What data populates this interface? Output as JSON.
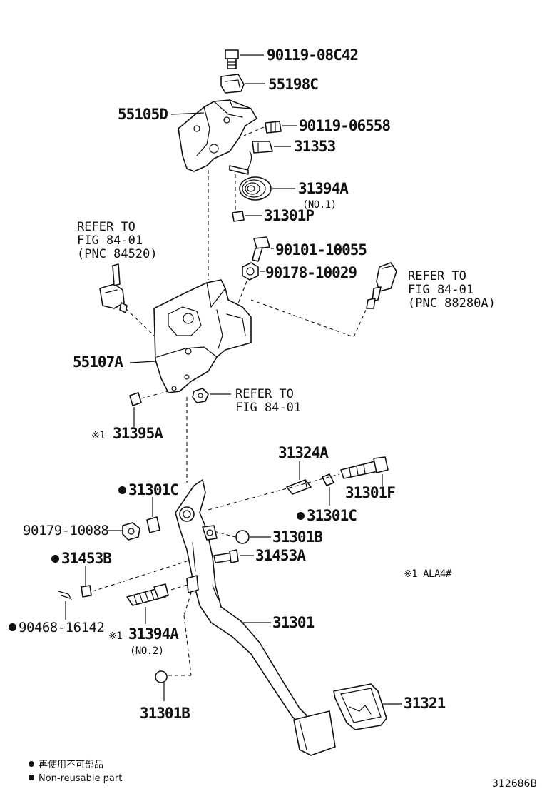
{
  "labels": {
    "p90119_08C42": "90119-08C42",
    "p55198C": "55198C",
    "p55105D": "55105D",
    "p90119_06558": "90119-06558",
    "p31353": "31353",
    "p31394A": "31394A",
    "p31394A_sub": "(NO.1)",
    "p31301P": "31301P",
    "p90101_10055": "90101-10055",
    "p90178_10029": "90178-10029",
    "p55107A": "55107A",
    "p31395A": "31395A",
    "p31324A": "31324A",
    "p31301F": "31301F",
    "p31301C_left": "31301C",
    "p31301C_right": "31301C",
    "p90179_10088": "90179-10088",
    "p31301B_upper": "31301B",
    "p31453B": "31453B",
    "p31453A": "31453A",
    "p90468_16142": "90468-16142",
    "p31394A_2": "31394A",
    "p31394A_2_sub": "(NO.2)",
    "p31301": "31301",
    "p31301B_lower": "31301B",
    "p31321": "31321"
  },
  "refs": {
    "ref_84520": "REFER TO\nFIG 84-01\n(PNC 84520)",
    "ref_88280A": "REFER TO\nFIG 84-01\n(PNC 88280A)",
    "ref_8401": "REFER TO\nFIG 84-01"
  },
  "notes": {
    "mark1": "※1",
    "mark1_b": "※1",
    "footnote_ala": "※1 ALA4#"
  },
  "legend": {
    "line1": "再使用不可部品",
    "line2": "Non-reusable part"
  },
  "figure_code": "312686B"
}
